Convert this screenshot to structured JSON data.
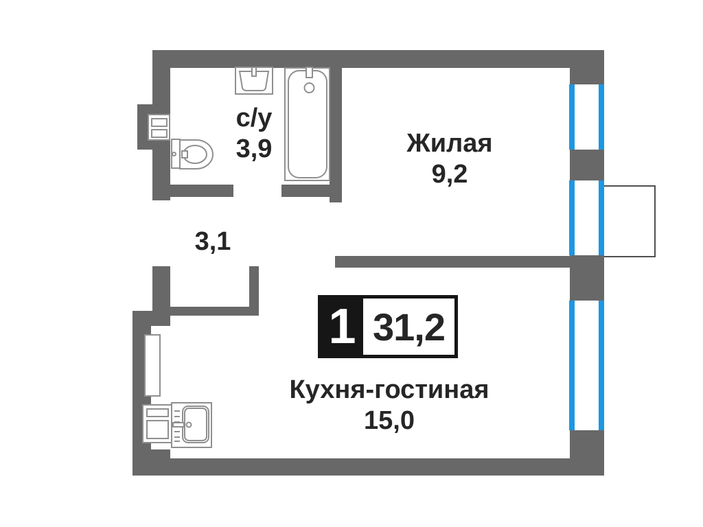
{
  "plan": {
    "type": "apartment-floor-plan",
    "badge": {
      "rooms_count": "1",
      "total_area": "31,2"
    },
    "rooms": {
      "bathroom": {
        "label": "с/у",
        "area": "3,9"
      },
      "living": {
        "label": "Жилая",
        "area": "9,2"
      },
      "hallway": {
        "area": "3,1"
      },
      "kitchen": {
        "label": "Кухня-гостиная",
        "area": "15,0"
      }
    },
    "fixtures": [
      "bathroom-sink-icon",
      "bathtub-icon",
      "toilet-icon",
      "duct-box-icon",
      "vent-niche",
      "stove-icon",
      "kitchen-sink-icon"
    ],
    "windows_count": 3,
    "colors": {
      "wall": "#686868",
      "window": "#1e97e2",
      "fixture_outline": "#8f8f8f",
      "text": "#262626",
      "badge_bg": "#161616",
      "balcony_outline": "#4f4f4f",
      "background": "#ffffff"
    }
  }
}
